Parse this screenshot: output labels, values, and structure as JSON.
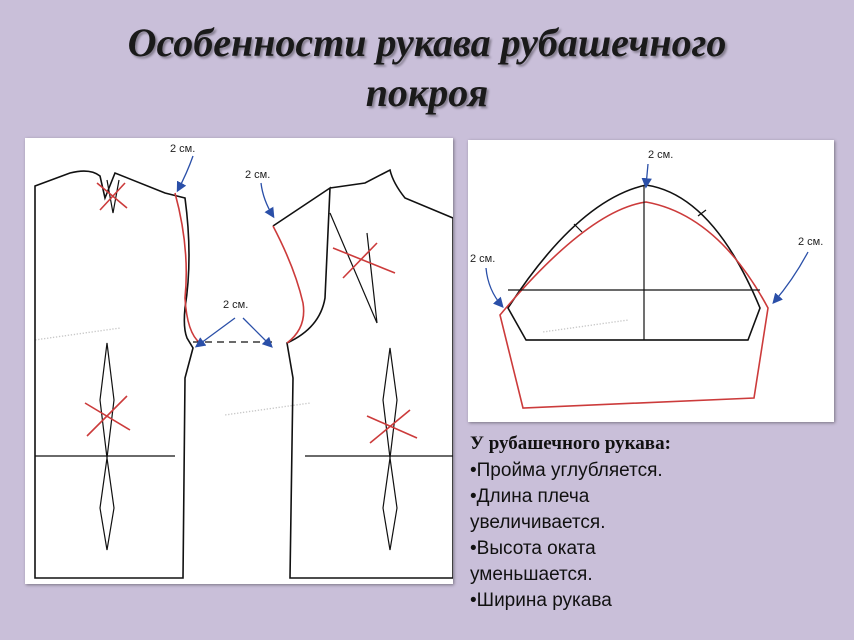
{
  "header": {
    "title_line1": "Особенности рукава рубашечного",
    "title_line2": "покроя"
  },
  "bodice": {
    "labels": [
      "2 см.",
      "2 см.",
      "2 см."
    ]
  },
  "sleeve": {
    "labels": [
      "2 см.",
      "2 см.",
      "2 см."
    ]
  },
  "notes": {
    "heading": "У рубашечного рукава:",
    "items": [
      "•Пройма углубляется.",
      "•Длина плеча\nувеличивается.",
      "•Высота оката\nуменьшается.",
      "•Ширина рукава"
    ]
  },
  "colors": {
    "background": "#c9bfd9",
    "pattern_line": "#111111",
    "modified_line": "#cc3b3b",
    "arrow": "#2a4fa8"
  }
}
